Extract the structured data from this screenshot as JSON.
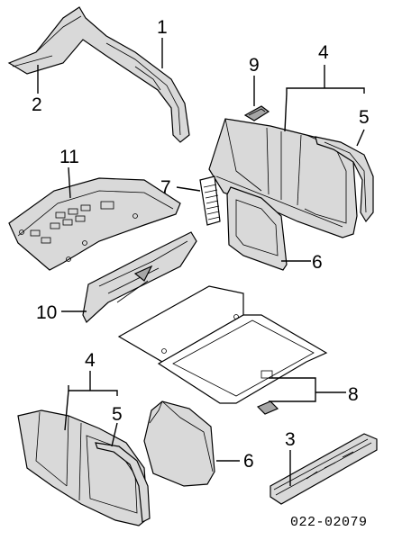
{
  "callouts": {
    "c1": "1",
    "c2": "2",
    "c3": "3",
    "c4_top": "4",
    "c4_bottom": "4",
    "c5_top": "5",
    "c5_bottom": "5",
    "c6_top": "6",
    "c6_bottom": "6",
    "c7": "7",
    "c8": "8",
    "c9": "9",
    "c10": "10",
    "c11": "11"
  },
  "diagram_code": "022-02079",
  "colors": {
    "line": "#000000",
    "part_fill": "#d9d9d9",
    "dark_fill": "#a6a6a6",
    "background": "#ffffff"
  }
}
